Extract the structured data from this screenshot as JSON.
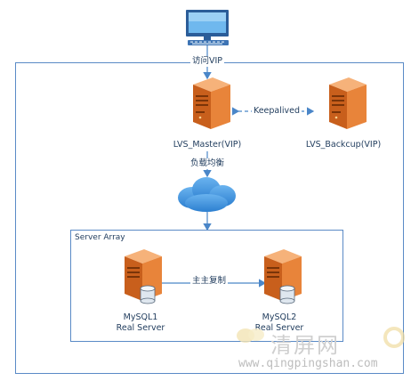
{
  "client": {
    "icon": "desktop-computer-icon",
    "edge_label": "访问VIP"
  },
  "lvs_master": {
    "label": "LVS_Master(VIP)",
    "icon": "server-tower-icon"
  },
  "lvs_backup": {
    "label": "LVS_Backcup(VIP)",
    "icon": "server-tower-icon"
  },
  "keepalived": {
    "label": "Keepalived"
  },
  "load_balance": {
    "label": "负载均衡"
  },
  "cloud": {
    "icon": "cloud-icon"
  },
  "server_array": {
    "title": "Server Array"
  },
  "mysql1": {
    "name": "MySQL1",
    "role": "Real Server",
    "icon": "database-server-icon"
  },
  "mysql2": {
    "name": "MySQL2",
    "role": "Real Server",
    "icon": "database-server-icon"
  },
  "replication": {
    "label": "主主复制"
  },
  "watermark": {
    "brand": "清屏网",
    "url": "www.qingpingshan.com"
  },
  "colors": {
    "frame": "#5a8ac6",
    "arrow": "#4a86c8",
    "server": "#e07a2c",
    "cloud": "#3b8fd9",
    "text": "#1f3b5c"
  }
}
